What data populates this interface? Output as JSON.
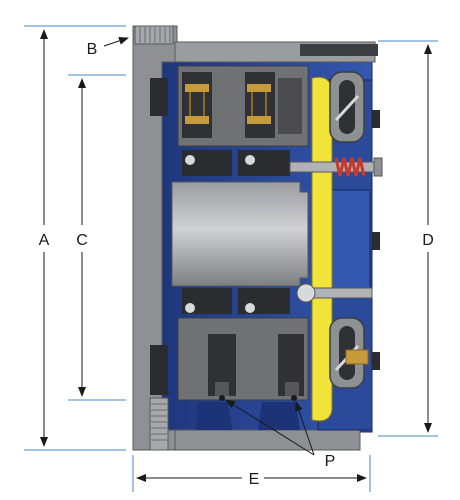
{
  "labels": {
    "a": "A",
    "b": "B",
    "c": "C",
    "d": "D",
    "e": "E",
    "p": "P"
  },
  "colors": {
    "housing_blue": "#2b4a9a",
    "housing_blue_dark": "#1c3377",
    "steel_gray": "#8e9093",
    "steel_gray_light": "#b9bbbe",
    "steel_gray_dark": "#55575a",
    "yellow_plate": "#f2e33b",
    "spring_red": "#c7372c",
    "brass": "#c79a3a",
    "dim_line": "#1a1a1a",
    "leader_blue": "#4a86c5"
  }
}
